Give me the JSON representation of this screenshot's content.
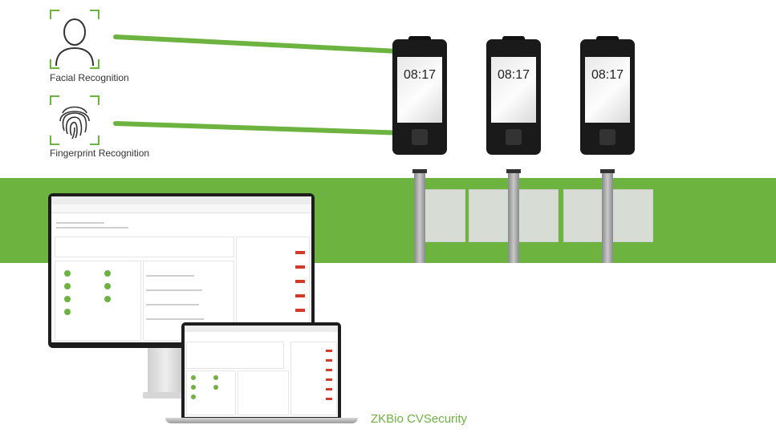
{
  "features": [
    {
      "label": "Facial Recognition",
      "icon": "face-icon"
    },
    {
      "label": "Fingerprint Recognition",
      "icon": "fingerprint-icon"
    }
  ],
  "devices": [
    {
      "time": "08:17"
    },
    {
      "time": "08:17"
    },
    {
      "time": "08:17"
    }
  ],
  "product": {
    "name": "ZKBio CVSecurity"
  },
  "colors": {
    "accent": "#6cb33f",
    "device": "#1a1a1a"
  }
}
